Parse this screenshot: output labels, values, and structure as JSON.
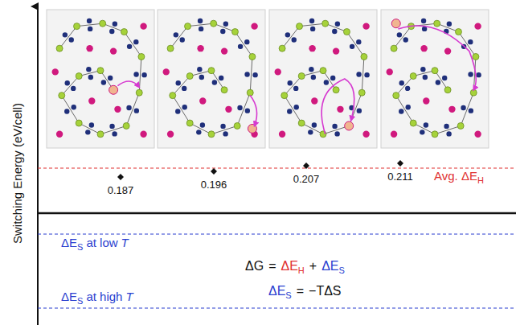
{
  "diagram": {
    "labels": [
      "Switching Energy (eV/cell)",
      "0.187",
      "0.196",
      "0.207",
      "0.211",
      "Avg. ΔE",
      "H",
      "ΔE",
      "S",
      "at low",
      "T",
      "ΔE",
      "S",
      "at high",
      "T",
      "ΔG",
      "=",
      "ΔE",
      "H",
      "+",
      "ΔE",
      "S",
      "ΔE",
      "S",
      "=",
      "−TΔS"
    ]
  }
}
